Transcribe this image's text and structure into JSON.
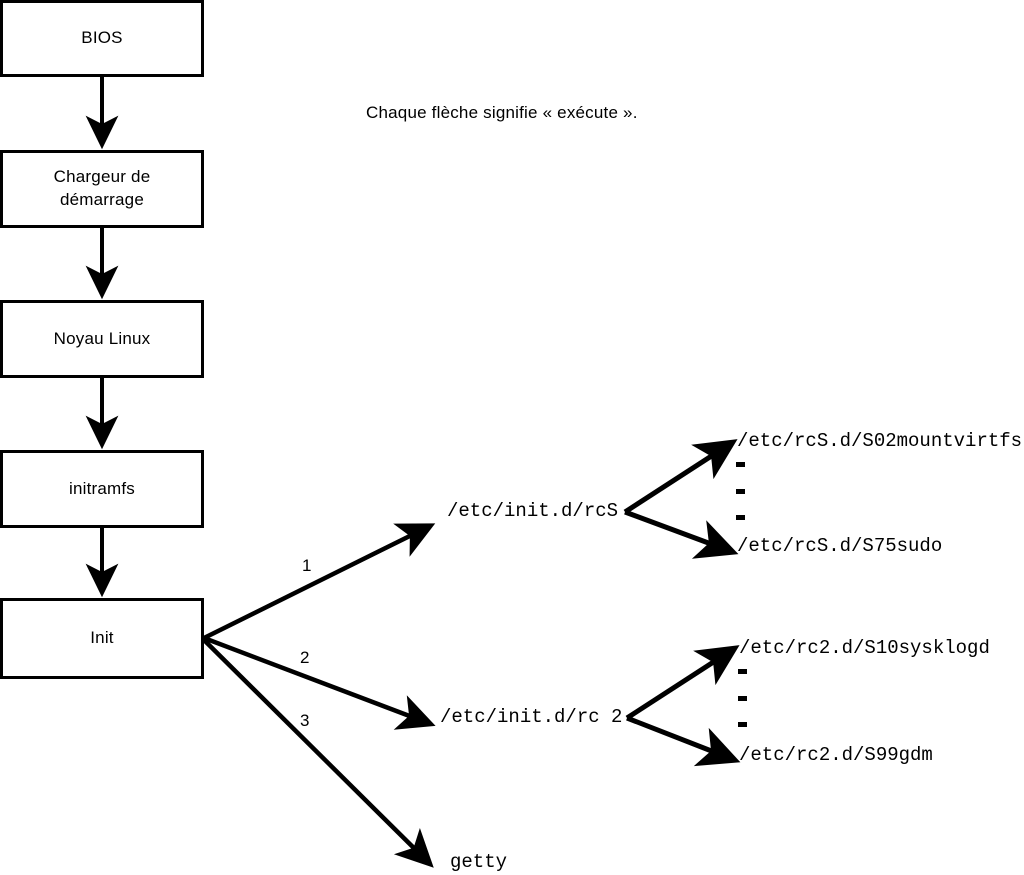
{
  "diagram": {
    "caption": "Chaque flèche signifie « exécute ».",
    "boot_chain": [
      {
        "id": "bios",
        "label": "BIOS"
      },
      {
        "id": "bootloader",
        "label": "Chargeur de démarrage"
      },
      {
        "id": "kernel",
        "label": "Noyau Linux"
      },
      {
        "id": "initramfs",
        "label": "initramfs"
      },
      {
        "id": "init",
        "label": "Init"
      }
    ],
    "init_branches": [
      {
        "number": "1",
        "target": "/etc/init.d/rcS"
      },
      {
        "number": "2",
        "target": "/etc/init.d/rc 2"
      },
      {
        "number": "3",
        "target": "getty"
      }
    ],
    "rcs_scripts": {
      "first": "/etc/rcS.d/S02mountvirtfs",
      "last": "/etc/rcS.d/S75sudo",
      "ellipsis": "⋮"
    },
    "rc2_scripts": {
      "first": "/etc/rc2.d/S10sysklogd",
      "last": "/etc/rc2.d/S99gdm",
      "ellipsis": "⋮"
    },
    "colors": {
      "stroke": "#000000",
      "fill": "#ffffff",
      "text": "#000000"
    }
  }
}
